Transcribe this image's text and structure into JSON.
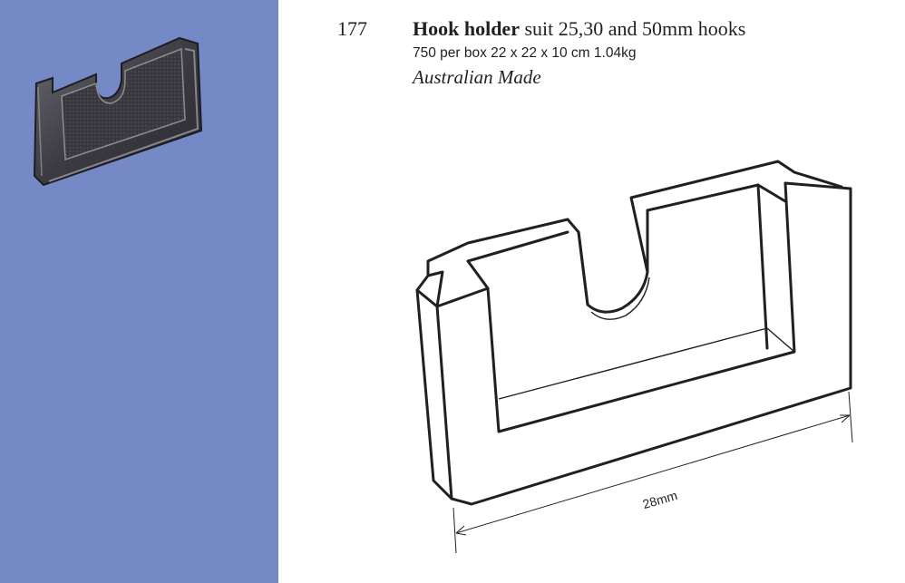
{
  "product": {
    "number": "177",
    "name": "Hook holder",
    "description": "suit 25,30 and 50mm hooks",
    "packaging": "750 per box 22 x 22 x 10 cm 1.04kg",
    "origin": "Australian Made"
  },
  "drawing": {
    "dimension_label": "28mm"
  },
  "colors": {
    "side_panel": "#7489c6",
    "text": "#231f20"
  }
}
